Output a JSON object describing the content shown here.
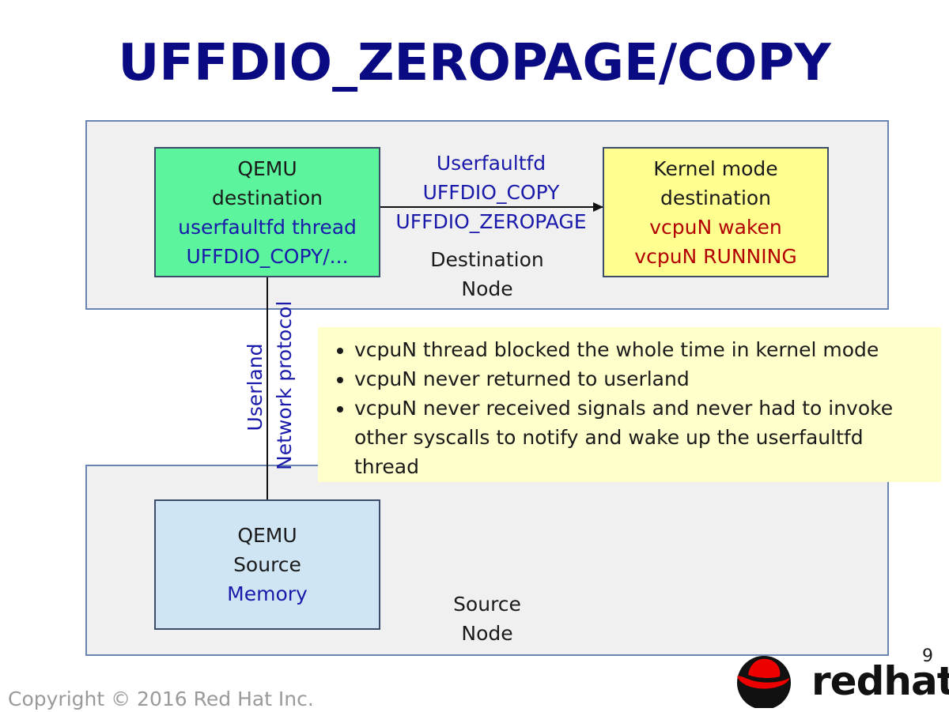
{
  "title": "UFFDIO_ZEROPAGE/COPY",
  "destination_node": {
    "label_line1": "Destination",
    "label_line2": "Node",
    "qemu_box": {
      "line1": "QEMU",
      "line2": "destination",
      "line3": "userfaultfd thread",
      "line4": "UFFDIO_COPY/..."
    },
    "kernel_box": {
      "line1": "Kernel mode",
      "line2": "destination",
      "line3": "vcpuN waken",
      "line4": "vcpuN RUNNING"
    }
  },
  "arrow_labels": {
    "line1": "Userfaultfd",
    "line2": "UFFDIO_COPY",
    "line3": "UFFDIO_ZEROPAGE"
  },
  "link_labels": {
    "userland": "Userland",
    "network": "Network protocol"
  },
  "notes": [
    "vcpuN thread blocked the whole time in kernel mode",
    "vcpuN never returned to userland",
    "vcpuN never received signals and never had to invoke other syscalls to notify and wake up the userfaultfd thread"
  ],
  "source_node": {
    "label_line1": "Source",
    "label_line2": "Node",
    "qemu_box": {
      "line1": "QEMU",
      "line2": "Source",
      "line3": "Memory"
    }
  },
  "footer": {
    "slide_number": "9",
    "copyright": "Copyright © 2016 Red Hat Inc.",
    "logo_text": "redhat",
    "logo_suffix": "."
  },
  "colors": {
    "title": "#0a0a82",
    "qemu_destination_box": "#5cf59d",
    "kernel_box": "#ffff8f",
    "qemu_source_box": "#cfe5f4",
    "note_box": "#ffffcc",
    "panel": "#f0f0f0",
    "highlight_blue": "#1a1aaa",
    "highlight_red": "#b30000",
    "logo_red": "#ee0000"
  }
}
